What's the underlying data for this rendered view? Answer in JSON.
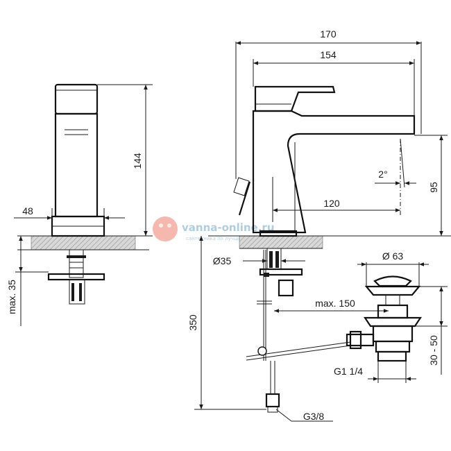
{
  "dimensions": {
    "d170": "170",
    "d154": "154",
    "d144": "144",
    "d48": "48",
    "d95": "95",
    "d2deg": "2°",
    "d120": "120",
    "d35dia": "Ø35",
    "dmax35": "max. 35",
    "d350": "350",
    "d63dia": "Ø 63",
    "dmax150": "max. 150",
    "d3050": "30 - 50",
    "dg114": "G1 1/4",
    "dg38": "G3/8"
  },
  "watermark": {
    "site": "vanna-online.ru",
    "tagline": "сантехника по лучшим ценам"
  },
  "colors": {
    "line": "#1a1a1a",
    "watermark_blue": "#6ea6c8",
    "watermark_red": "#e8604c"
  }
}
